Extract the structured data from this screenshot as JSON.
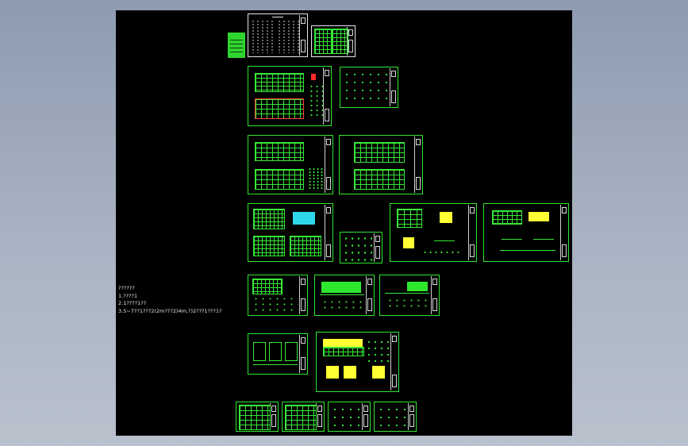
{
  "window": {
    "background": "gradient-steel-blue",
    "canvas_background": "#000000"
  },
  "colors": {
    "linework": "#38e838",
    "border_white": "#e8e8e8",
    "hatch_yellow": "#ffff33",
    "hatch_cyan": "#2fd8e8",
    "mark_red": "#ff2a2a"
  },
  "notes": {
    "line1": "??????",
    "line2": "1.????1",
    "line3": "2.1????1??",
    "line4": "3.5~7??1???2(2m???2)4m,?)2???1???1?"
  },
  "sheets": [
    {
      "id": "cover-notes",
      "kind": "general-notes"
    },
    {
      "id": "drawing-index",
      "kind": "index"
    },
    {
      "id": "foundation-plan",
      "kind": "plan"
    },
    {
      "id": "foundation-details",
      "kind": "details"
    },
    {
      "id": "column-layout-1",
      "kind": "plan"
    },
    {
      "id": "column-layout-2",
      "kind": "plan"
    },
    {
      "id": "beam-reinforcement",
      "kind": "plan"
    },
    {
      "id": "slab-details",
      "kind": "details"
    },
    {
      "id": "roof-framing-1",
      "kind": "plan"
    },
    {
      "id": "roof-framing-2",
      "kind": "plan"
    },
    {
      "id": "section-1",
      "kind": "section"
    },
    {
      "id": "elevation-1",
      "kind": "elevation"
    },
    {
      "id": "elevation-2",
      "kind": "elevation"
    },
    {
      "id": "stair-sections",
      "kind": "section"
    },
    {
      "id": "elevation-details",
      "kind": "elevation"
    },
    {
      "id": "detail-1",
      "kind": "details"
    },
    {
      "id": "detail-2",
      "kind": "details"
    },
    {
      "id": "detail-3",
      "kind": "details"
    },
    {
      "id": "detail-4",
      "kind": "details"
    }
  ]
}
